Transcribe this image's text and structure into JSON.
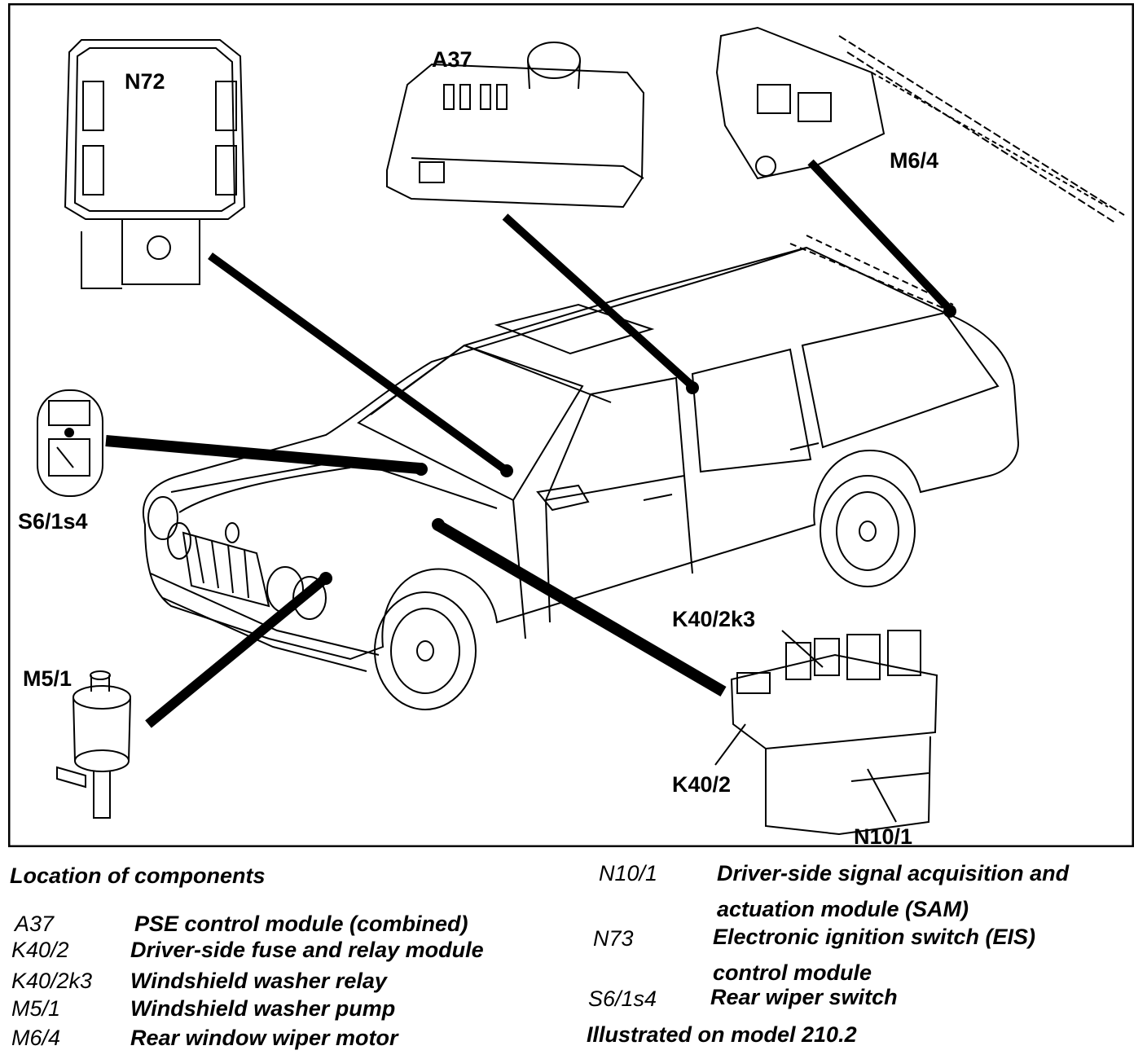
{
  "callouts": {
    "n72": "N72",
    "a37": "A37",
    "m6_4": "M6/4",
    "s6_1s4": "S6/1s4",
    "k40_2k3": "K40/2k3",
    "m5_1": "M5/1",
    "k40_2": "K40/2",
    "n10_1": "N10/1"
  },
  "legend": {
    "title": "Location of components",
    "left_items": [
      {
        "code": "A37",
        "desc": "PSE control module (combined)"
      },
      {
        "code": "K40/2",
        "desc": "Driver-side fuse and relay module"
      },
      {
        "code": "K40/2k3",
        "desc": "Windshield washer relay"
      },
      {
        "code": "M5/1",
        "desc": "Windshield washer pump"
      },
      {
        "code": "M6/4",
        "desc": "Rear window wiper motor"
      }
    ],
    "right_items": [
      {
        "code": "N10/1",
        "desc_line1": "Driver-side signal acquisition and",
        "desc_line2": "actuation module (SAM)"
      },
      {
        "code": "N73",
        "desc_line1": "Electronic ignition switch (EIS)",
        "desc_line2": "control module"
      },
      {
        "code": "S6/1s4",
        "desc_line1": "Rear wiper switch"
      }
    ],
    "note": "Illustrated on model 210.2"
  }
}
